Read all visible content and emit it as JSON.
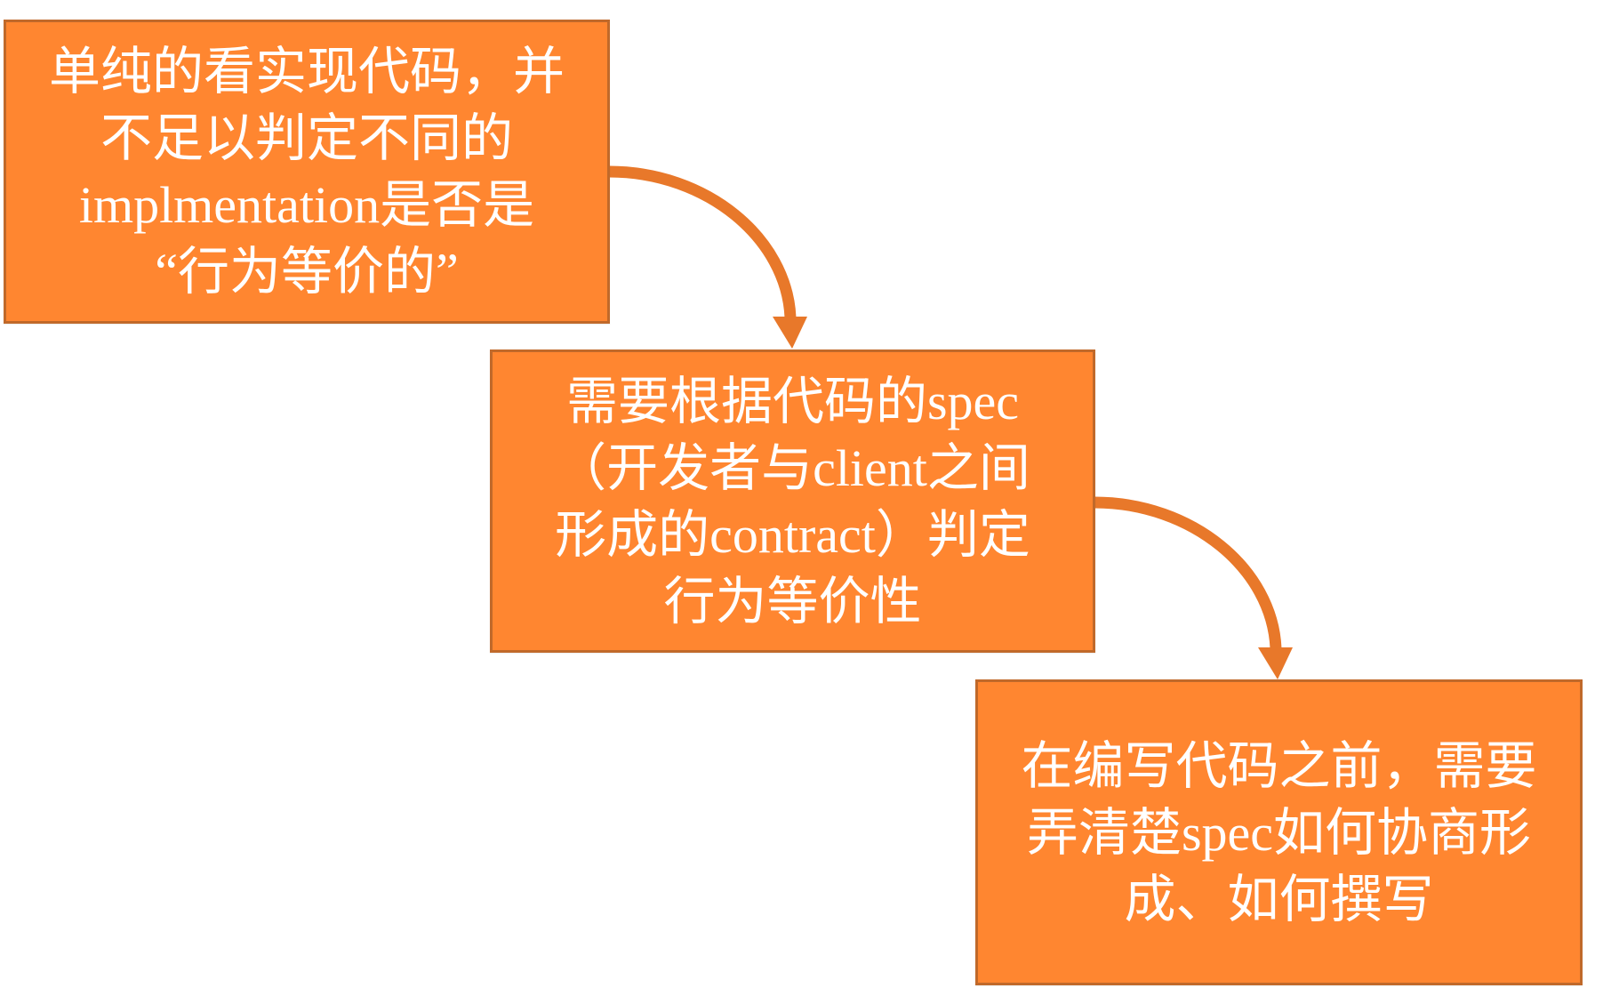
{
  "diagram": {
    "type": "flow",
    "colors": {
      "box_fill": "#FF8630",
      "box_border": "#C0692A",
      "arrow": "#E8782A",
      "text": "#FFFFFF",
      "background": "#FFFFFF"
    },
    "steps": [
      {
        "lines": [
          "单纯的看实现代码，并",
          "不足以判定不同的",
          "implmentation是否是",
          "“行为等价的”"
        ]
      },
      {
        "lines": [
          "需要根据代码的spec",
          "（开发者与client之间",
          "形成的contract）判定",
          "行为等价性"
        ]
      },
      {
        "lines": [
          "在编写代码之前，需要",
          "弄清楚spec如何协商形",
          "成、如何撰写"
        ]
      }
    ],
    "connectors": [
      {
        "from": 0,
        "to": 1,
        "icon": "curved-arrow-down-icon"
      },
      {
        "from": 1,
        "to": 2,
        "icon": "curved-arrow-down-icon"
      }
    ]
  }
}
